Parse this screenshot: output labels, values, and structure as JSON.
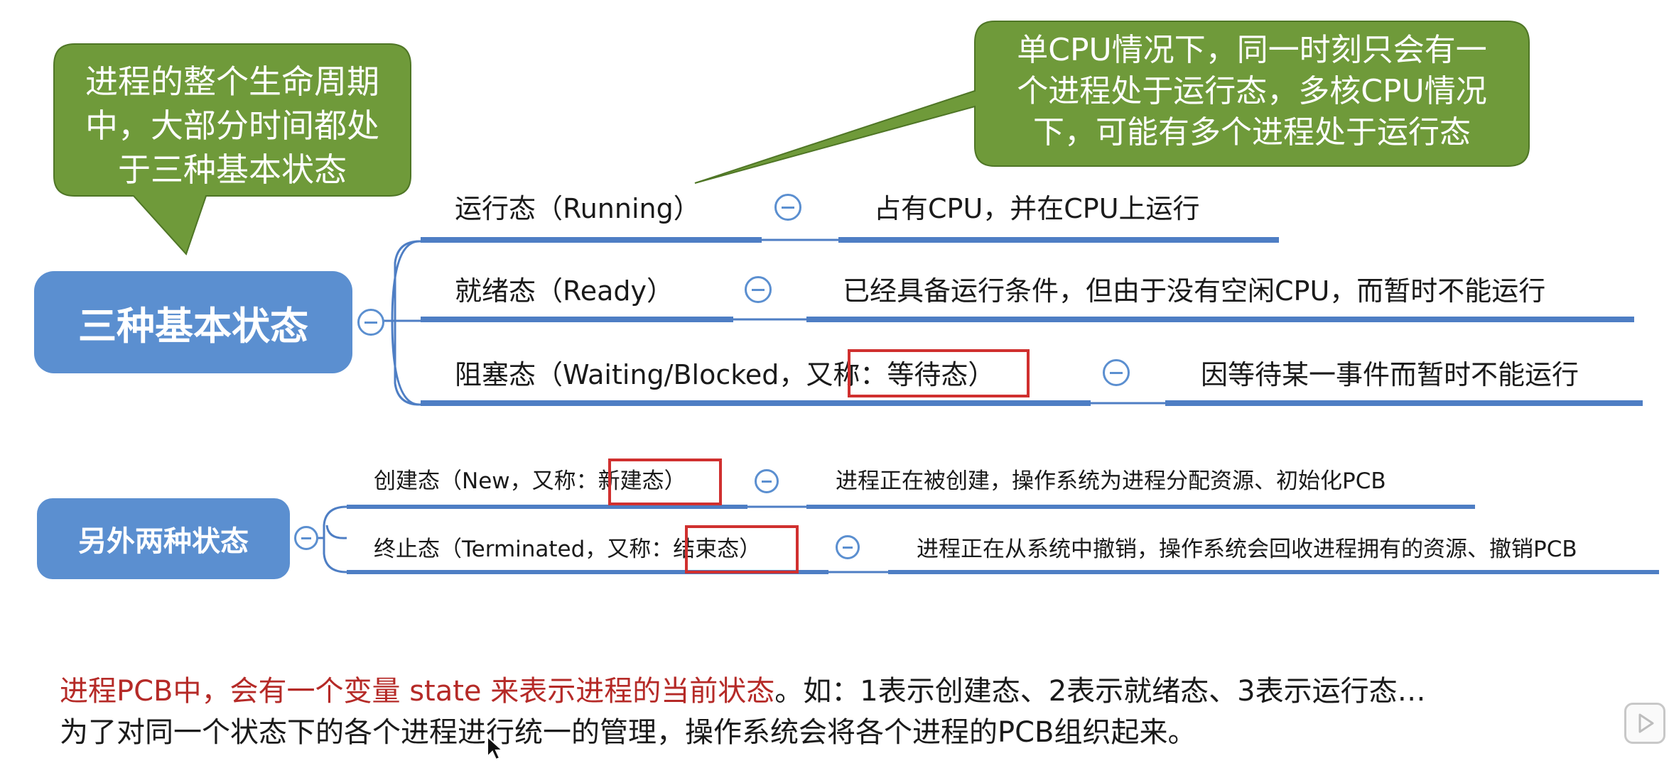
{
  "callouts": {
    "left": {
      "lines": [
        "进程的整个生命周期",
        "中，大部分时间都处",
        "于三种基本状态"
      ]
    },
    "right": {
      "lines": [
        "单CPU情况下，同一时刻只会有一",
        "个进程处于运行态，多核CPU情况",
        "下，可能有多个进程处于运行态"
      ]
    }
  },
  "nodes": {
    "basic": {
      "label": "三种基本状态"
    },
    "other": {
      "label": "另外两种状态"
    }
  },
  "basic_states": [
    {
      "name": "运行态（Running）",
      "desc": "占有CPU，并在CPU上运行"
    },
    {
      "name": "就绪态（Ready）",
      "desc": "已经具备运行条件，但由于没有空闲CPU，而暂时不能运行"
    },
    {
      "name": "阻塞态（Waiting/Blocked，又称：等待态）",
      "desc": "因等待某一事件而暂时不能运行"
    }
  ],
  "other_states": [
    {
      "name": "创建态（New，又称：新建态）",
      "desc": "进程正在被创建，操作系统为进程分配资源、初始化PCB"
    },
    {
      "name": "终止态（Terminated，又称：结束态）",
      "desc": "进程正在从系统中撤销，操作系统会回收进程拥有的资源、撤销PCB"
    }
  ],
  "notes": {
    "line1_red": "进程PCB中，会有一个变量 state 来表示进程的当前状态",
    "line1_rest": "。如：1表示创建态、2表示就绪态、3表示运行态…",
    "line2": "为了对同一个状态下的各个进程进行统一的管理，操作系统会将各个进程的PCB组织起来。"
  },
  "colors": {
    "callout_green": "#6f9a3a",
    "node_blue": "#5b8fd0",
    "line_blue": "#4e7ec4",
    "highlight_red": "#d0302f",
    "note_red": "#b52a27"
  },
  "icons": [
    "collapse-minus-icon",
    "mouse-cursor-icon",
    "video-play-icon"
  ]
}
